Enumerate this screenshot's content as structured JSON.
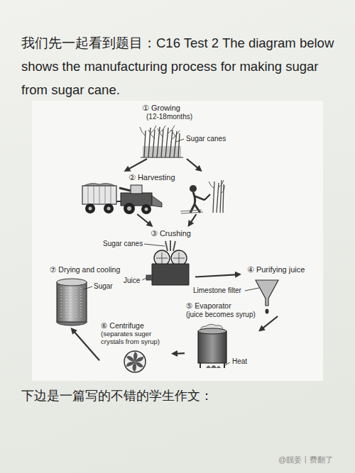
{
  "diagram": {
    "title": "我们先一起看到题目：C16 Test 2 The diagram below shows the manufacturing process for making sugar from sugar cane.",
    "caption": "下边是一篇写的不错的学生作文：",
    "nodes": [
      {
        "text": [
          "① Growing",
          "(12-18months)"
        ]
      },
      {
        "text": [
          "② Harvesting"
        ]
      },
      {
        "text": [
          "③ Crushing"
        ]
      },
      {
        "text": [
          "④ Purifying juice"
        ]
      },
      {
        "text": [
          "⑤ Evaporator",
          "(juice becomes syrup)"
        ]
      },
      {
        "text": [
          "⑥ Centrifuge",
          "(separates suger crystals from syrup)"
        ]
      },
      {
        "text": [
          "⑦ Drying and cooling"
        ]
      }
    ],
    "edges": [
      {
        "from": 0,
        "to": 1,
        "arrow": "to"
      },
      {
        "from": 0,
        "to": 1,
        "arrow": "to"
      },
      {
        "from": 1,
        "to": 2,
        "arrow": "to"
      },
      {
        "from": 1,
        "to": 2,
        "arrow": "to"
      },
      {
        "from": 2,
        "to": 3,
        "arrow": "to"
      },
      {
        "from": 3,
        "to": 4,
        "arrow": "to"
      },
      {
        "from": 4,
        "to": 5,
        "arrow": "to"
      },
      {
        "from": 5,
        "to": 6,
        "arrow": "to"
      }
    ],
    "labels": [
      "Sugar canes",
      "Sugar canes",
      "Juice",
      "Limestone filter",
      "Heat",
      "Sugar",
      "@靓姜丨费翻了"
    ]
  }
}
